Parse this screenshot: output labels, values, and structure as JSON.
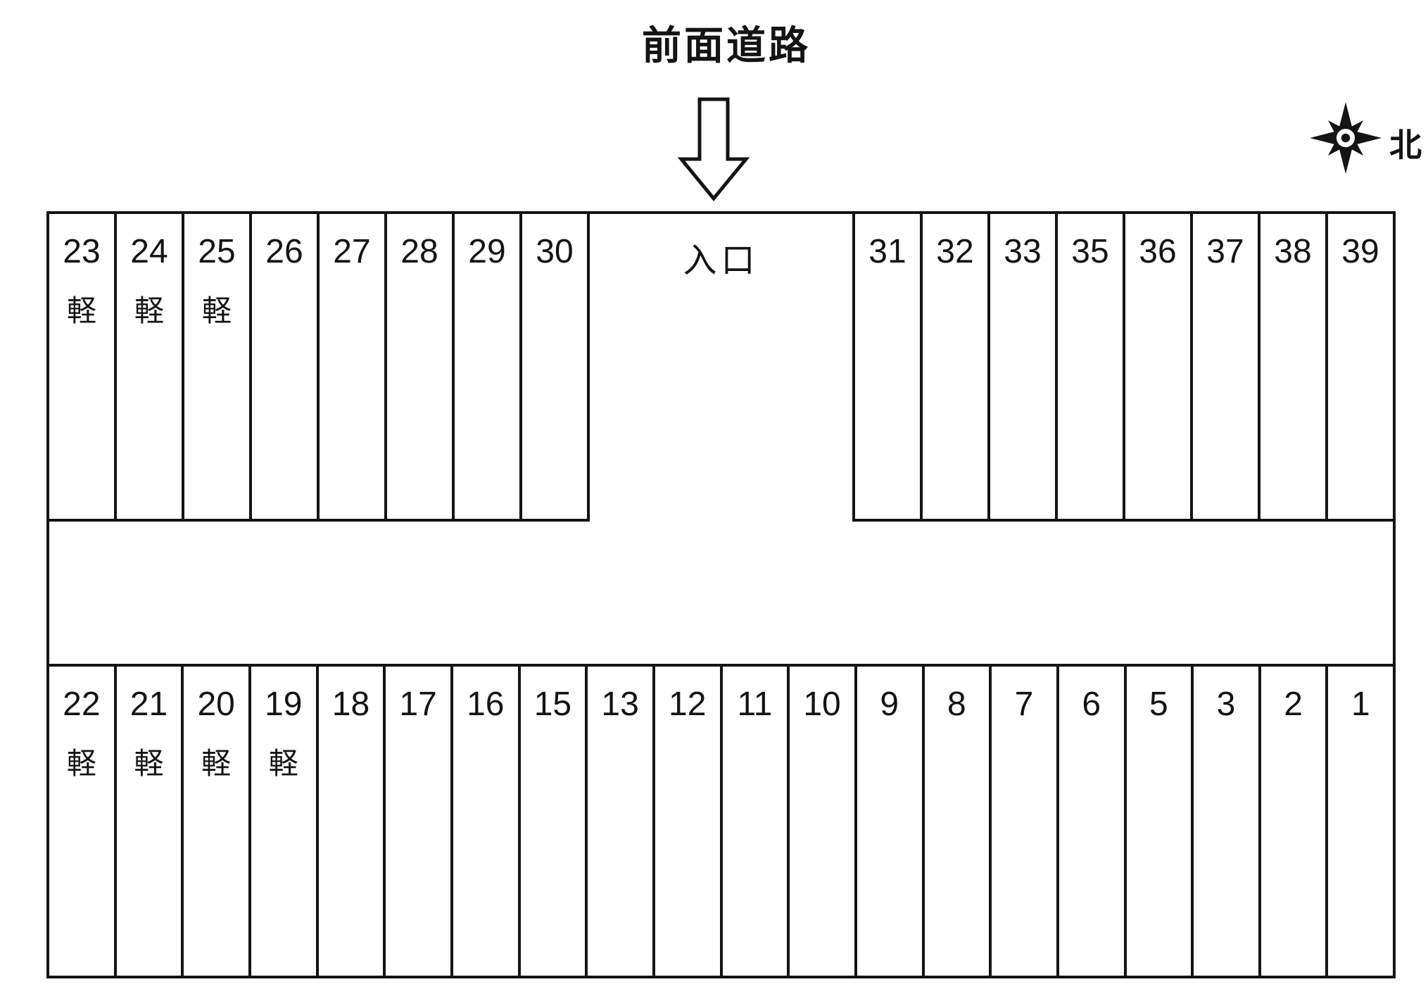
{
  "title": "前面道路",
  "entrance": {
    "label": "入口"
  },
  "compass": {
    "label": "北"
  },
  "kei_mark": "軽",
  "colors": {
    "line": "#141414",
    "background": "#ffffff"
  },
  "diagram": {
    "rows": [
      {
        "id": "top-left",
        "stalls": [
          {
            "number": "23",
            "kei": true
          },
          {
            "number": "24",
            "kei": true
          },
          {
            "number": "25",
            "kei": true
          },
          {
            "number": "26"
          },
          {
            "number": "27"
          },
          {
            "number": "28"
          },
          {
            "number": "29"
          },
          {
            "number": "30"
          }
        ]
      },
      {
        "id": "top-right",
        "stalls": [
          {
            "number": "31"
          },
          {
            "number": "32"
          },
          {
            "number": "33"
          },
          {
            "number": "35"
          },
          {
            "number": "36"
          },
          {
            "number": "37"
          },
          {
            "number": "38"
          },
          {
            "number": "39"
          }
        ]
      },
      {
        "id": "bottom",
        "stalls": [
          {
            "number": "22",
            "kei": true
          },
          {
            "number": "21",
            "kei": true
          },
          {
            "number": "20",
            "kei": true
          },
          {
            "number": "19",
            "kei": true
          },
          {
            "number": "18"
          },
          {
            "number": "17"
          },
          {
            "number": "16"
          },
          {
            "number": "15"
          },
          {
            "number": "13"
          },
          {
            "number": "12"
          },
          {
            "number": "11"
          },
          {
            "number": "10"
          },
          {
            "number": "9"
          },
          {
            "number": "8"
          },
          {
            "number": "7"
          },
          {
            "number": "6"
          },
          {
            "number": "5"
          },
          {
            "number": "3"
          },
          {
            "number": "2"
          },
          {
            "number": "1"
          }
        ]
      }
    ]
  }
}
